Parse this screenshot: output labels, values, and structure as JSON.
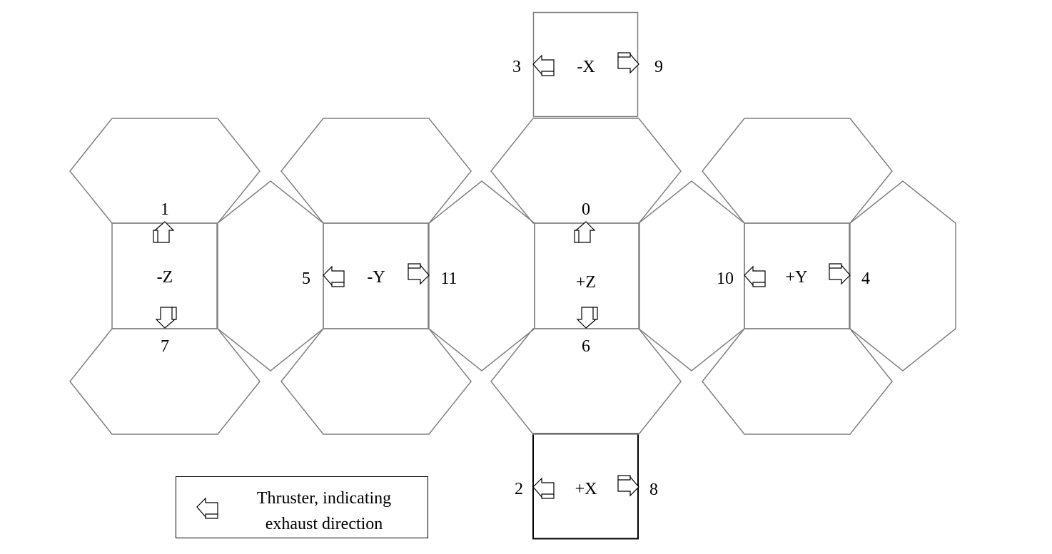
{
  "diagram": {
    "faces": [
      {
        "id": "neg-z",
        "label": "-Z"
      },
      {
        "id": "neg-y",
        "label": "-Y"
      },
      {
        "id": "pos-z",
        "label": "+Z"
      },
      {
        "id": "pos-y",
        "label": "+Y"
      },
      {
        "id": "neg-x",
        "label": "-X"
      },
      {
        "id": "pos-x",
        "label": "+X"
      }
    ],
    "thrusters": [
      {
        "number": "0",
        "face": "+Z",
        "direction": "up"
      },
      {
        "number": "1",
        "face": "-Z",
        "direction": "up"
      },
      {
        "number": "2",
        "face": "+X",
        "direction": "left"
      },
      {
        "number": "3",
        "face": "-X",
        "direction": "left"
      },
      {
        "number": "4",
        "face": "+Y",
        "direction": "right"
      },
      {
        "number": "5",
        "face": "-Y",
        "direction": "left"
      },
      {
        "number": "6",
        "face": "+Z",
        "direction": "down"
      },
      {
        "number": "7",
        "face": "-Z",
        "direction": "down"
      },
      {
        "number": "8",
        "face": "+X",
        "direction": "right"
      },
      {
        "number": "9",
        "face": "-X",
        "direction": "right"
      },
      {
        "number": "10",
        "face": "+Y",
        "direction": "left"
      },
      {
        "number": "11",
        "face": "-Y",
        "direction": "right"
      }
    ],
    "legend": {
      "line1": "Thruster, indicating",
      "line2": "exhaust direction"
    },
    "colors": {
      "stroke": "#808080",
      "thruster": "#000000"
    }
  }
}
